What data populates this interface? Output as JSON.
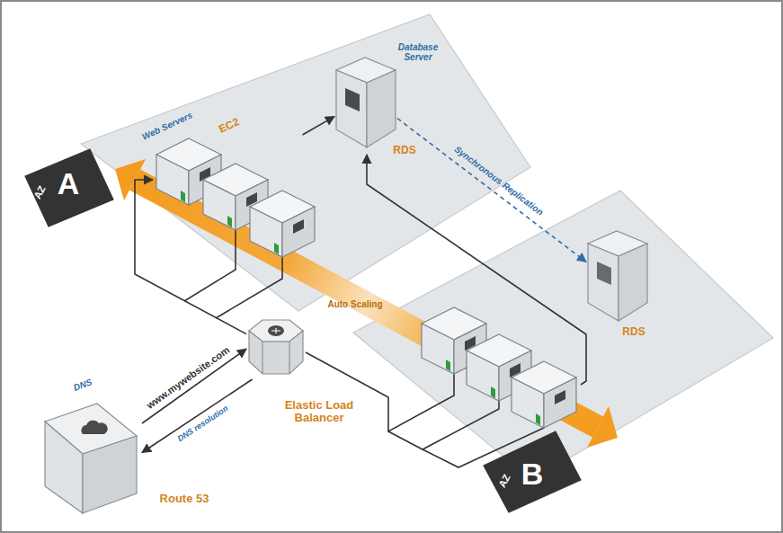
{
  "diagram": {
    "nodes": [
      {
        "text": [
          "AZ",
          "A"
        ]
      },
      {
        "text": [
          "AZ",
          "B"
        ]
      },
      {
        "text": [
          "Web Servers",
          "EC2"
        ],
        "in": 0
      },
      {
        "text": [
          "Auto Scaling"
        ]
      },
      {
        "text": [
          "Database Server",
          "RDS"
        ],
        "in": 0
      },
      {
        "text": [
          "RDS"
        ],
        "in": 1
      },
      {
        "text": [
          "Elastic Load Balancer"
        ]
      },
      {
        "text": [
          "DNS",
          "Route 53"
        ]
      }
    ],
    "edges": [
      {
        "from": 7,
        "to": 6,
        "arrow": "to",
        "label": "www.mywebsite.com"
      },
      {
        "from": 6,
        "to": 7,
        "arrow": "to",
        "label": "DNS resolution"
      },
      {
        "from": 6,
        "to": 2,
        "arrow": "to"
      },
      {
        "from": 2,
        "to": 4,
        "arrow": "to"
      },
      {
        "from": 4,
        "to": 5,
        "arrow": "to",
        "label": "Synchronous Replication"
      }
    ]
  }
}
